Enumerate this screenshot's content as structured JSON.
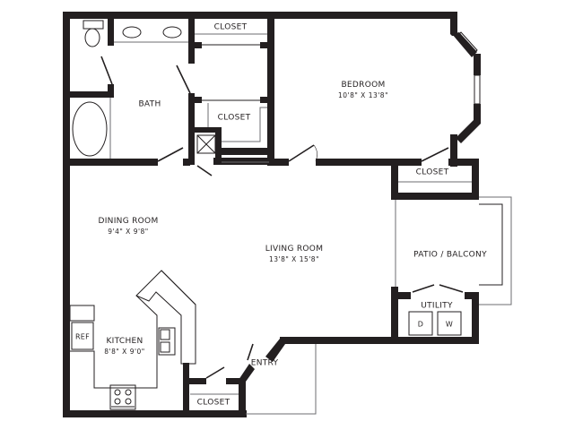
{
  "floorplan": {
    "rooms": {
      "bedroom": {
        "name": "BEDROOM",
        "dims": "10'8\" X 13'8\""
      },
      "bath": {
        "name": "BATH"
      },
      "closet_top": {
        "name": "CLOSET"
      },
      "closet_mid": {
        "name": "CLOSET"
      },
      "closet_bedroom": {
        "name": "CLOSET"
      },
      "dining": {
        "name": "DINING ROOM",
        "dims": "9'4\" X 9'8\""
      },
      "living": {
        "name": "LIVING ROOM",
        "dims": "13'8\" X 15'8\""
      },
      "patio": {
        "name": "PATIO / BALCONY"
      },
      "utility": {
        "name": "UTILITY"
      },
      "kitchen": {
        "name": "KITCHEN",
        "dims": "8'8\" X 9'0\""
      },
      "entry": {
        "name": "ENTRY"
      },
      "closet_entry": {
        "name": "CLOSET"
      }
    },
    "appliances": {
      "refrigerator": "REF",
      "dryer": "D",
      "washer": "W"
    },
    "colors": {
      "wall": "#231f20",
      "background": "#ffffff",
      "fixture_line": "#6d6e70"
    }
  }
}
